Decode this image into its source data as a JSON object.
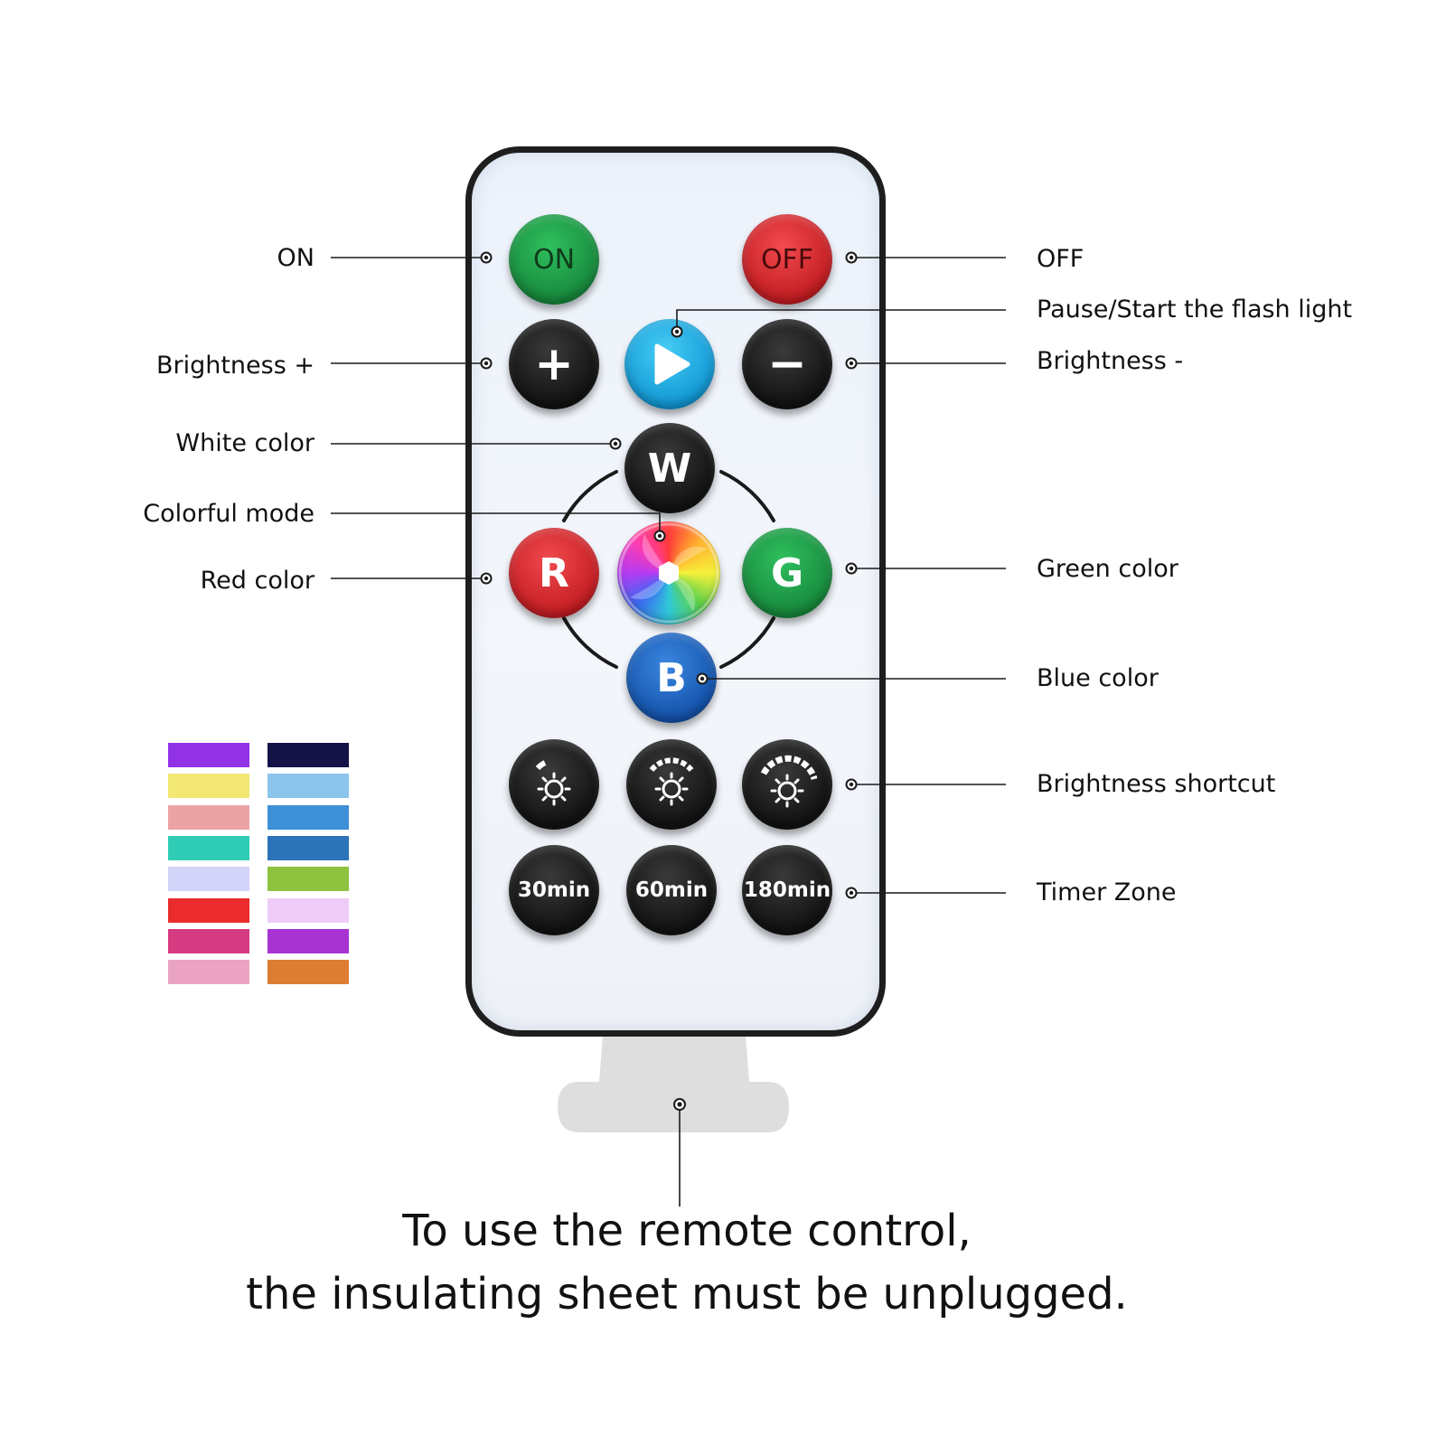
{
  "remote": {
    "buttons": {
      "on": "ON",
      "off": "OFF",
      "brightness_plus": "+",
      "brightness_minus": "−",
      "white": "W",
      "red": "R",
      "green": "G",
      "blue": "B",
      "timer_30": "30min",
      "timer_60": "60min",
      "timer_180": "180min"
    },
    "colors": {
      "on_button": "#1f9f4a",
      "off_button": "#e0282e",
      "play_button": "#1fb3ea",
      "red_button": "#e1282d",
      "green_button": "#1f9f49",
      "blue_button": "#1969c9",
      "dark_button": "#171717"
    },
    "icons": [
      "play-icon",
      "color-wheel-icon",
      "sun-icon"
    ]
  },
  "callouts": {
    "left": {
      "on": "ON",
      "brightness_plus": "Brightness +",
      "white_color": "White color",
      "colorful_mode": "Colorful mode",
      "red_color": "Red color"
    },
    "right": {
      "off": "OFF",
      "pause_start": "Pause/Start the flash light",
      "brightness_minus": "Brightness -",
      "green_color": "Green color",
      "blue_color": "Blue color",
      "brightness_shortcut": "Brightness shortcut",
      "timer_zone": "Timer Zone"
    }
  },
  "color_swatches": {
    "column_1": [
      "#9232e6",
      "#f3e873",
      "#eba3a4",
      "#2fcdb5",
      "#d4d4fb",
      "#ea2c2c",
      "#d63a80",
      "#eaa3c3"
    ],
    "column_2": [
      "#141246",
      "#8cc4ec",
      "#3e90d8",
      "#2c73b7",
      "#8cc23d",
      "#efccf7",
      "#a733d3",
      "#dd7c33"
    ]
  },
  "footer": {
    "line1": "To use the remote control,",
    "line2": "the insulating sheet must be unplugged."
  }
}
